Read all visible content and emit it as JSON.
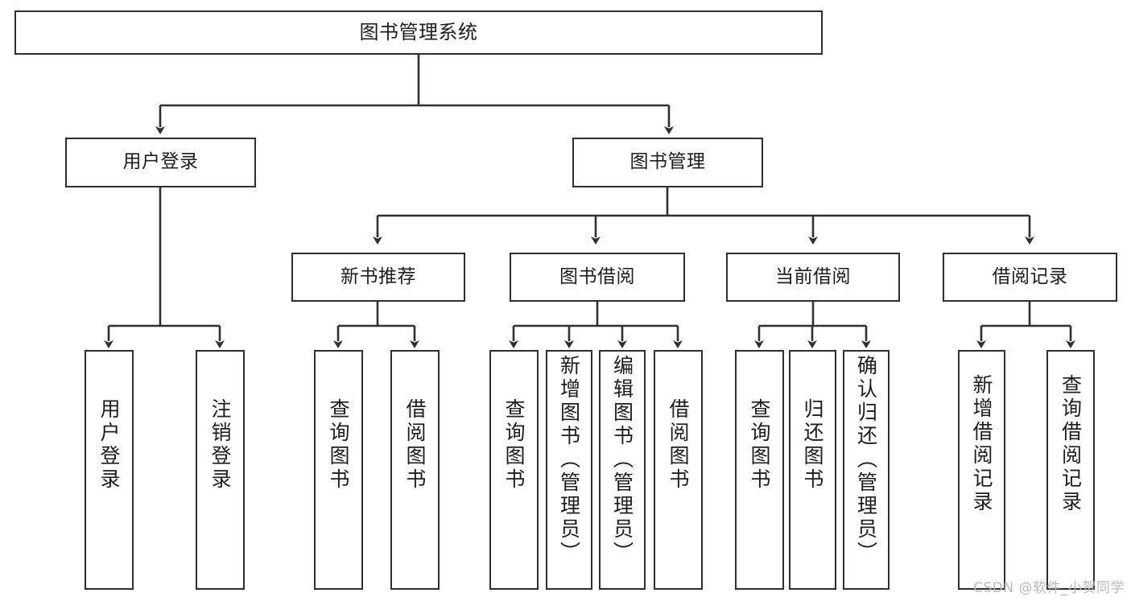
{
  "diagram": {
    "title": "图书管理系统",
    "type": "功能结构图",
    "stroke_color": "#2f2f2f",
    "fill_color": "#ffffff",
    "text_color": "#1d1d1d"
  },
  "nodes": {
    "root": {
      "label": "图书管理系统"
    },
    "level2": [
      {
        "label": "用户登录"
      },
      {
        "label": "图书管理"
      }
    ],
    "level3": [
      {
        "label": "新书推荐"
      },
      {
        "label": "图书借阅"
      },
      {
        "label": "当前借阅"
      },
      {
        "label": "借阅记录"
      }
    ],
    "leaves": [
      {
        "label": "用户登录"
      },
      {
        "label": "注销登录"
      },
      {
        "label": "查询图书"
      },
      {
        "label": "借阅图书"
      },
      {
        "label": "查询图书"
      },
      {
        "label": "新增图书（管理员）"
      },
      {
        "label": "编辑图书（管理员）"
      },
      {
        "label": "借阅图书"
      },
      {
        "label": "查询图书"
      },
      {
        "label": "归还图书"
      },
      {
        "label": "确认归还（管理员）"
      },
      {
        "label": "新增借阅记录"
      },
      {
        "label": "查询借阅记录"
      }
    ]
  },
  "watermark": {
    "text": "CSDN @软件_小贺同学"
  }
}
